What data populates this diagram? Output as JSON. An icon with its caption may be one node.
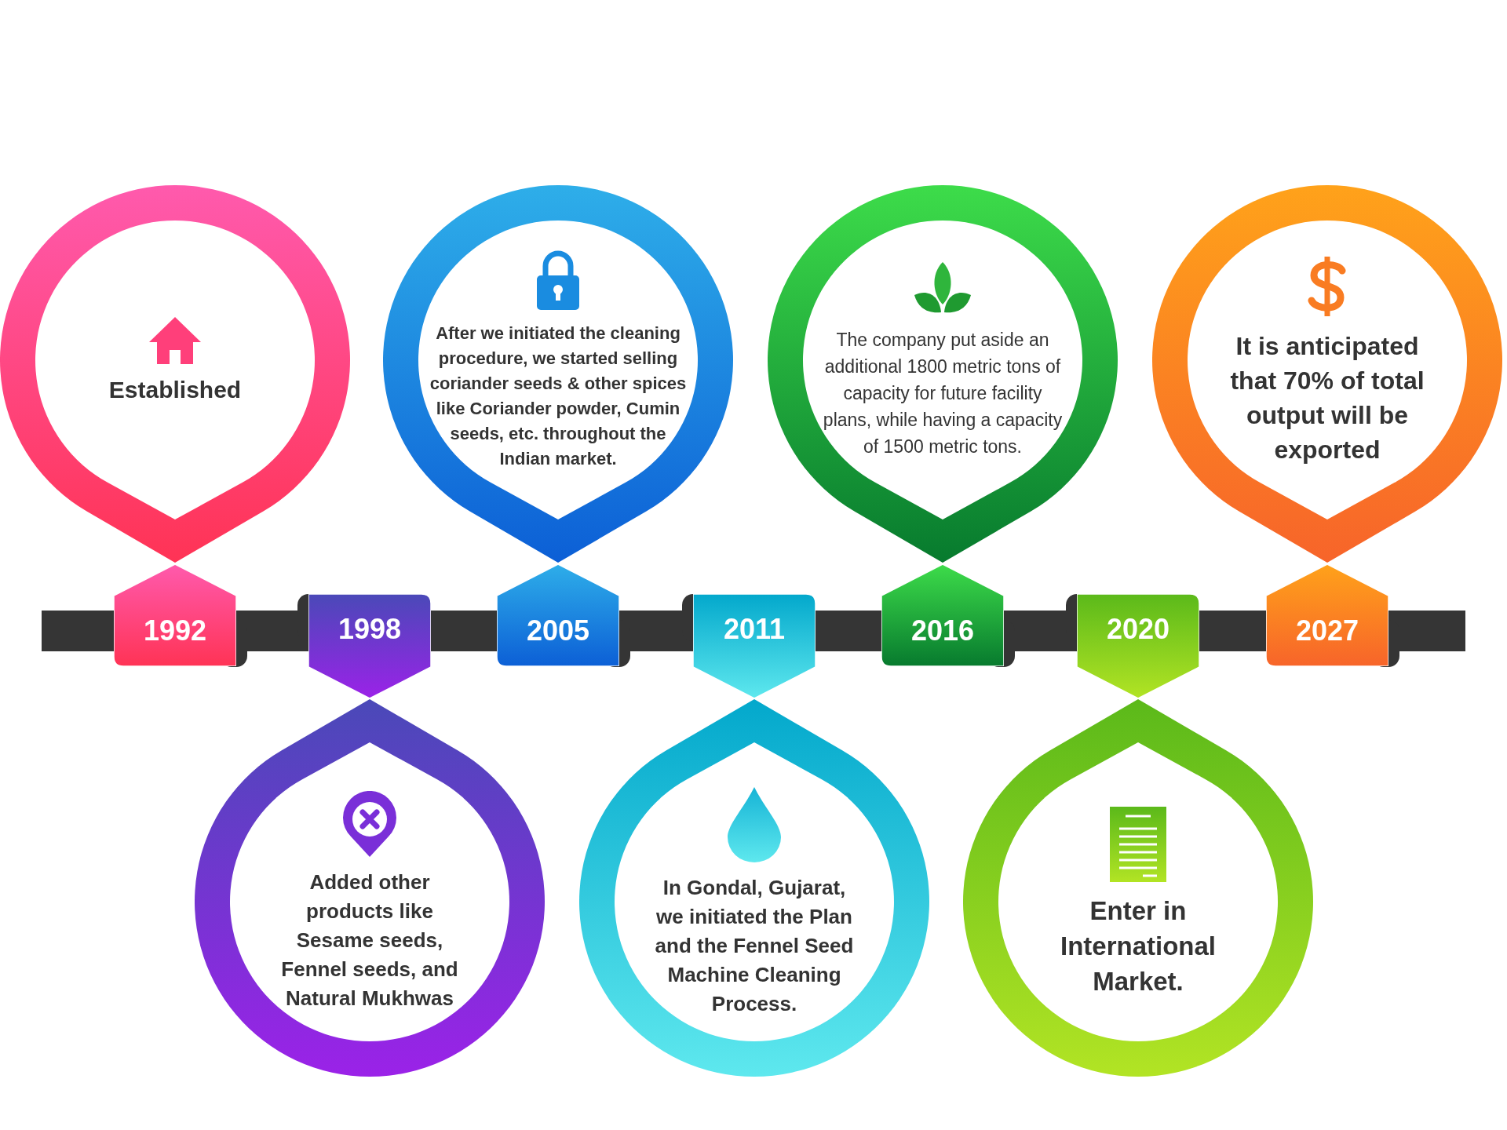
{
  "diagram": {
    "nodes": [
      {
        "text": [
          "Established"
        ]
      },
      {
        "text": [
          "1992"
        ]
      },
      {
        "text": [
          "Added other products like Sesame seeds, Fennel seeds, and Natural Mukhwas"
        ]
      },
      {
        "text": [
          "1998"
        ]
      },
      {
        "text": [
          "After we initiated the cleaning procedure, we started selling coriander seeds & other spices like Coriander powder, Cumin seeds, etc. throughout the Indian market."
        ]
      },
      {
        "text": [
          "2005"
        ]
      },
      {
        "text": [
          "In Gondal, Gujarat, we initiated the Plan and the Fennel Seed Machine Cleaning Process."
        ]
      },
      {
        "text": [
          "2011"
        ]
      },
      {
        "text": [
          "The company put aside an additional 1800 metric tons of capacity for future facility plans, while having a capacity of 1500 metric tons."
        ]
      },
      {
        "text": [
          "2016"
        ]
      },
      {
        "text": [
          "Enter in International Market."
        ]
      },
      {
        "text": [
          "2020"
        ]
      },
      {
        "text": [
          "It is anticipated that 70% of total output will be exported"
        ]
      },
      {
        "text": [
          "2027"
        ]
      }
    ]
  }
}
